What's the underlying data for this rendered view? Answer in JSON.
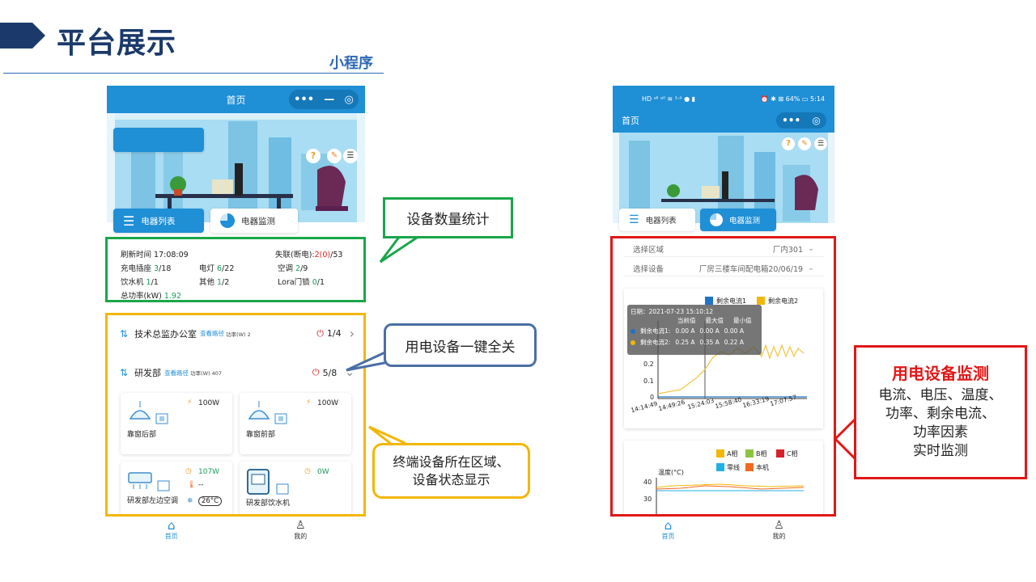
{
  "header": {
    "title": "平台展示",
    "subtitle": "小程序"
  },
  "left_phone": {
    "nav_title": "首页",
    "capsule": [
      "•••",
      "—",
      "◎"
    ],
    "tabs": {
      "list": "电器列表",
      "monitor": "电器监测"
    },
    "stats": {
      "refresh_label": "刷新时间",
      "refresh_time": "17:08:09",
      "offline_label": "失联(断电):",
      "offline_a": "2",
      "offline_b": "(0)",
      "offline_total": "/53",
      "socket_label": "充电插座",
      "socket_on": "3",
      "socket_total": "/18",
      "light_label": "电灯",
      "light_on": "6",
      "light_total": "/22",
      "ac_label": "空调",
      "ac_on": "2",
      "ac_total": "/9",
      "water_label": "饮水机",
      "water_on": "1",
      "water_total": "/1",
      "other_label": "其他",
      "other_on": "1",
      "other_total": "/2",
      "lora_label": "Lora门锁",
      "lora_on": "0",
      "lora_total": "/1",
      "power_label": "总功率(kW)",
      "power_value": "1.92"
    },
    "groups": [
      {
        "name": "技术总监办公室",
        "link": "查看路径",
        "power": "功率(W) 2",
        "count": "1/4",
        "arrow": "›"
      },
      {
        "name": "研发部",
        "link": "查看路径",
        "power": "功率(W) 407",
        "count": "5/8",
        "arrow": "⌄"
      }
    ],
    "cards": [
      {
        "name": "靠窗后部",
        "power": "100W"
      },
      {
        "name": "靠窗前部",
        "power": "100W"
      },
      {
        "name": "研发部左边空调",
        "power": "107W",
        "temp": "--",
        "setpoint": "26°C"
      },
      {
        "name": "研发部饮水机",
        "power": "0W"
      }
    ],
    "tabbar": {
      "home": "首页",
      "mine": "我的"
    }
  },
  "right_phone": {
    "status_left": "HD ᵃˡˡ ᵃˡˡ ≋ ³·⁰ ● ▮",
    "status_right": "⏰ ✱ ⊠ 64% ▭ 5:14",
    "nav_title": "首页",
    "capsule": [
      "•••",
      "◎"
    ],
    "tabs": {
      "list": "电器列表",
      "monitor": "电器监测"
    },
    "filters": [
      {
        "label": "选择区域",
        "value": "厂内301"
      },
      {
        "label": "选择设备",
        "value": "厂房三楼车间配电箱20/06/19"
      }
    ],
    "chart1": {
      "legend": [
        "剩余电流1",
        "剩余电流2"
      ],
      "tooltip": {
        "date": "日期：2021-07-23 15:10:12",
        "cols": [
          "当前值",
          "最大值",
          "最小值"
        ],
        "rows": [
          {
            "name": "剩余电流1:",
            "cur": "0.00 A",
            "max": "0.00 A",
            "min": "0.00 A"
          },
          {
            "name": "剩余电流2:",
            "cur": "0.25 A",
            "max": "0.35 A",
            "min": "0.22 A"
          }
        ]
      },
      "yticks": [
        "0.2",
        "0.1",
        "0"
      ],
      "xticks": [
        "14:14:49",
        "14:49:26",
        "15:24:03",
        "15:58:40",
        "16:33:19",
        "17:07:57"
      ]
    },
    "chart2": {
      "legend": [
        "A相",
        "B相",
        "C相",
        "零线",
        "本机"
      ],
      "ylabel": "温度(°C)",
      "yticks": [
        "40",
        "30"
      ]
    },
    "tabbar": {
      "home": "首页",
      "mine": "我的"
    }
  },
  "callouts": {
    "stats": "设备数量统计",
    "one_key": "用电设备一键全关",
    "area_line1": "终端设备所在区域、",
    "area_line2": "设备状态显示",
    "monitor_title": "用电设备监测",
    "monitor_lines": [
      "电流、电压、温度、",
      "功率、剩余电流、",
      "功率因素",
      "实时监测"
    ]
  },
  "colors": {
    "green": "#1aa64a",
    "yellow": "#f2b705",
    "red": "#e01818",
    "blue_callout": "#4a6fa5",
    "nav": "#1f8fd6",
    "title": "#1b3a6b"
  }
}
